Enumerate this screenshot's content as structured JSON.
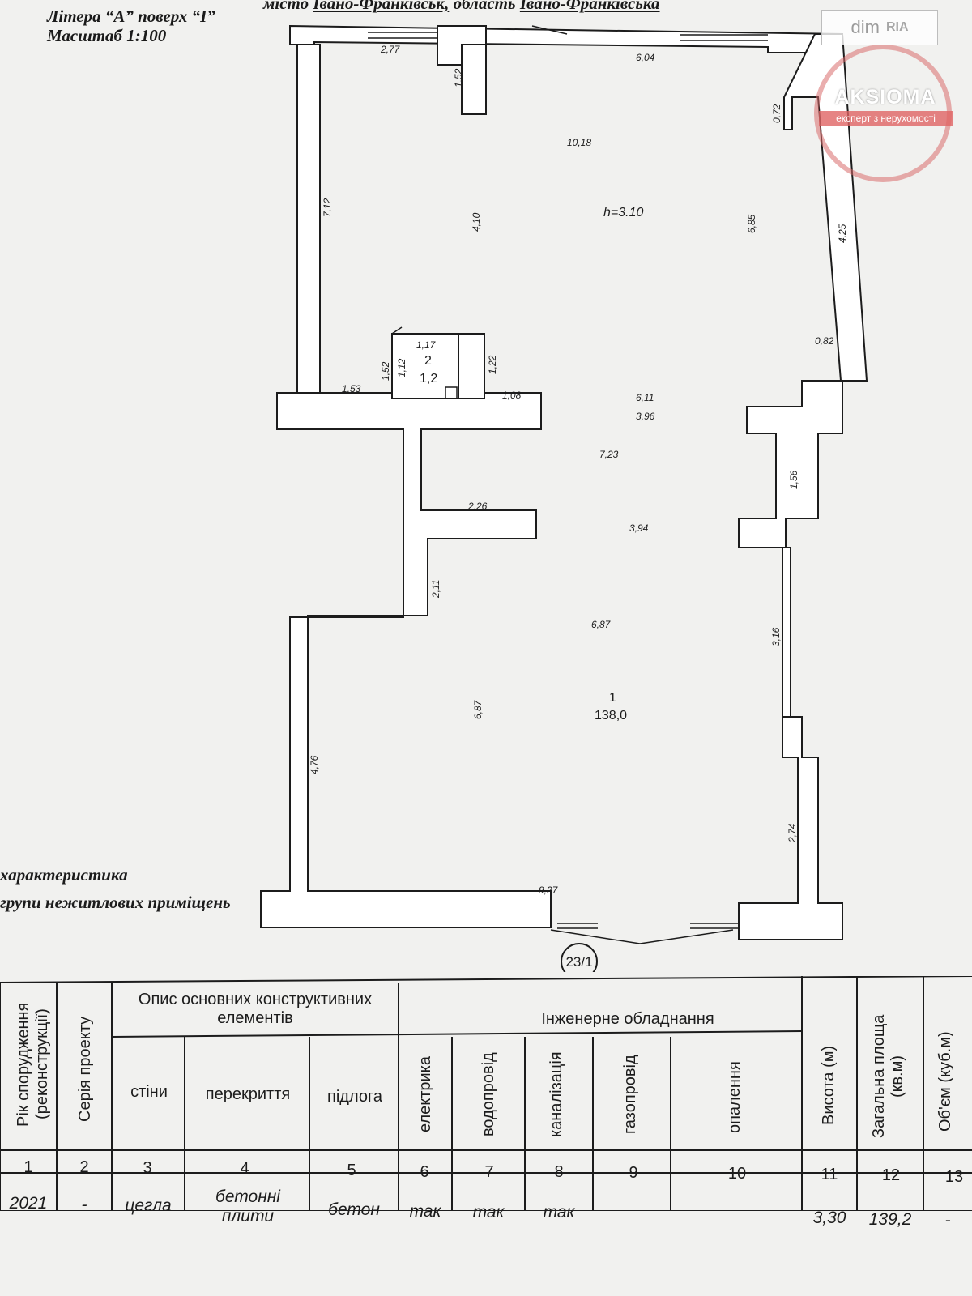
{
  "header": {
    "city_prefix": "місто",
    "city": "Івано-Франківськ,",
    "region_prefix": "область",
    "region": "Івано-Франківська",
    "litera": "Літера “А” поверх “І”",
    "scale": "Масштаб 1:100"
  },
  "watermark": {
    "dim": "dim",
    "ria": "RIA",
    "brand": "AKSIOMA",
    "tagline": "експерт з нерухомості"
  },
  "plan": {
    "height_label": "h=3.10",
    "room1_number": "1",
    "room1_area": "138,0",
    "room2_number": "2",
    "room2_area": "1,2",
    "address_mark": "23/1",
    "dimensions": {
      "d277": "2,77",
      "d604": "6,04",
      "d152a": "1,52",
      "d072": "0,72",
      "d1018": "10,18",
      "d712": "7,12",
      "d410": "4,10",
      "d685": "6,85",
      "d425": "4,25",
      "d082": "0,82",
      "d117": "1,17",
      "d152b": "1,52",
      "d112": "1,12",
      "d122": "1,22",
      "d153": "1,53",
      "d108": "1,08",
      "d611": "6,11",
      "d396": "3,96",
      "d723": "7,23",
      "d156": "1,56",
      "d226": "2,26",
      "d394": "3,94",
      "d211": "2,11",
      "d316": "3,16",
      "d687a": "6,87",
      "d687b": "6,87",
      "d476": "4,76",
      "d274": "2,74",
      "d927": "9,27"
    }
  },
  "notes": {
    "characteristic": "характеристика",
    "group": "групи нежитлових приміщень"
  },
  "table": {
    "col1": "Рік спорудження (реконструкції)",
    "col2": "Серія проекту",
    "group_desc": "Опис основних конструктивних елементів",
    "col3": "стіни",
    "col4": "перекриття",
    "col5": "підлога",
    "group_eng": "Інженерне обладнання",
    "col6": "електрика",
    "col7": "водопровід",
    "col8": "каналізація",
    "col9": "газопровід",
    "col10": "опалення",
    "col11": "Висота (м)",
    "col12": "Загальна площа (кв.м)",
    "col13": "Об'єм (куб.м)",
    "numbers": [
      "1",
      "2",
      "3",
      "4",
      "5",
      "6",
      "7",
      "8",
      "9",
      "10",
      "11",
      "12",
      "13"
    ],
    "row": {
      "year": "2021",
      "series": "-",
      "walls": "цегла",
      "ceiling": "бетонні плити",
      "floor": "бетон",
      "electric": "так",
      "water": "так",
      "sewer": "так",
      "gas": "",
      "heating": "",
      "height": "3,30",
      "area": "139,2",
      "volume": "-"
    }
  }
}
